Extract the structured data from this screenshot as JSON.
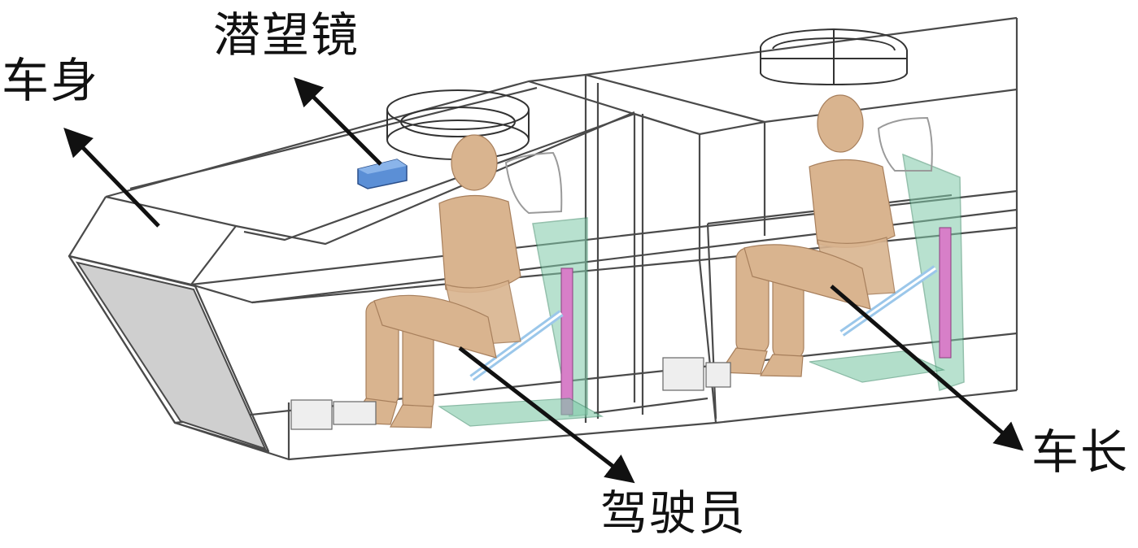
{
  "labels": {
    "body": "车身",
    "periscope": "潜望镜",
    "driver": "驾驶员",
    "commander": "车长"
  },
  "icons": {
    "periscope": "periscope-block",
    "hatch": "hatch-ring",
    "occupant": "seated-dummy",
    "seat": "seat-frame",
    "pedal": "pedal-box"
  },
  "colors": {
    "outline": "#4a4a4a",
    "skin": "#d9b48f",
    "seat_green": "#7fc9a8",
    "strut_pink": "#d77fc8",
    "periscope_blue": "#5b8fd6",
    "front_panel": "#cfcfcf",
    "arrow": "#111111"
  }
}
